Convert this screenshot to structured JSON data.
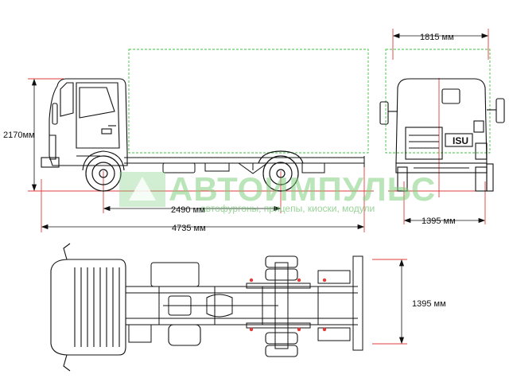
{
  "dimensions": {
    "height": "2170мм",
    "width_rear": "1815 мм",
    "wheelbase": "2490 мм",
    "overall_length": "4735 мм",
    "track_rear_side": "1395 мм",
    "track_top_view": "1395 мм"
  },
  "watermark": {
    "brand": "АВТОИМПУЛЬС",
    "tagline": "автофургоны, прицепы, киоски, модули"
  },
  "colors": {
    "outline": "#111111",
    "dimension_line": "#e23b3b",
    "body_envelope": "#3fbf3f",
    "watermark": "#7fcf7f"
  }
}
